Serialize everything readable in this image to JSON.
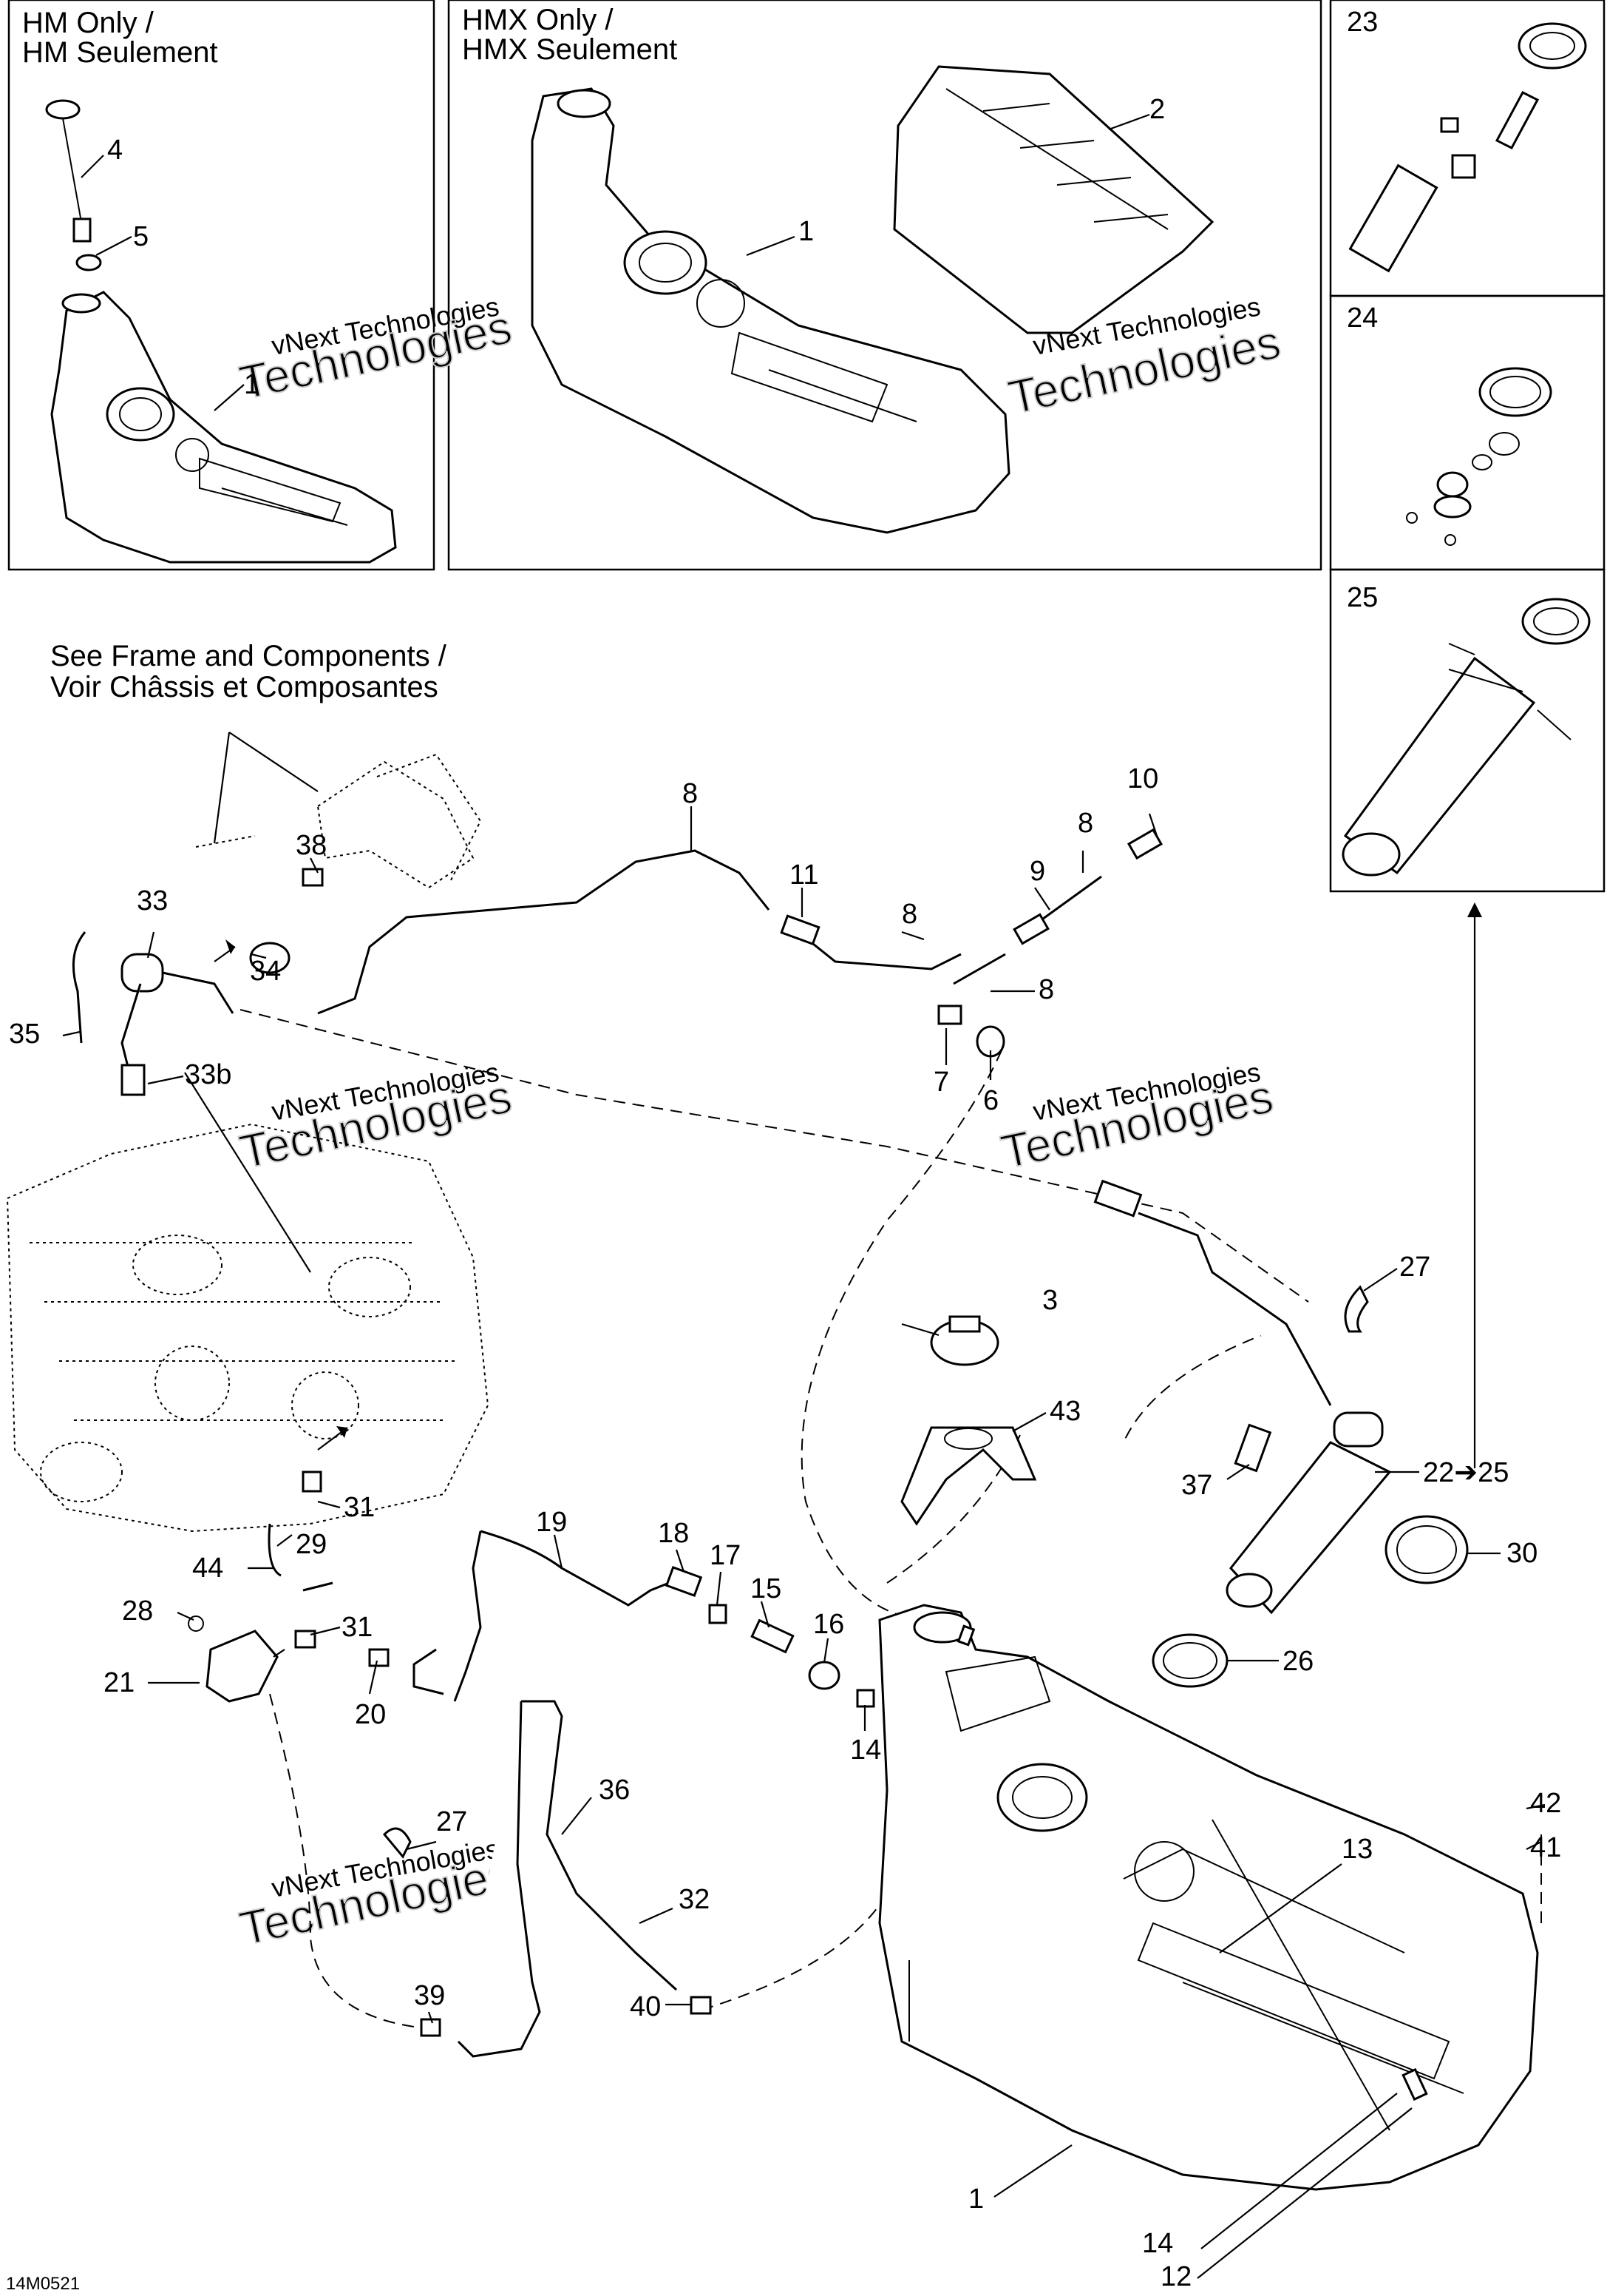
{
  "panels": {
    "hm_title": [
      "HM Only /",
      "HM Seulement"
    ],
    "hmx_title": [
      "HMX Only /",
      "HMX Seulement"
    ],
    "frame_note": [
      "See Frame and Components /",
      "Voir Châssis et Composantes"
    ]
  },
  "inset_labels": [
    "23",
    "24",
    "25"
  ],
  "callouts": {
    "c4": "4",
    "c5": "5",
    "c1a": "1",
    "c1b": "1",
    "c2": "2",
    "c8a": "8",
    "c10": "10",
    "c8b": "8",
    "c9": "9",
    "c11": "11",
    "c8c": "8",
    "c8d": "8",
    "c7": "7",
    "c6": "6",
    "c38": "38",
    "c33": "33",
    "c34": "34",
    "c35": "35",
    "c33b": "33b",
    "c3": "3",
    "c43": "43",
    "c27a": "27",
    "c37": "37",
    "c22": "22➔25",
    "c30": "30",
    "c26": "26",
    "c31a": "31",
    "c29": "29",
    "c44": "44",
    "c28": "28",
    "c31b": "31",
    "c21": "21",
    "c20": "20",
    "c19": "19",
    "c18": "18",
    "c17": "17",
    "c15": "15",
    "c16": "16",
    "c14a": "14",
    "c36": "36",
    "c27b": "27",
    "c32": "32",
    "c39": "39",
    "c40": "40",
    "c13": "13",
    "c42": "42",
    "c41": "41",
    "c1c": "1",
    "c14b": "14",
    "c12": "12"
  },
  "watermark": {
    "line1": "vNext Technologies",
    "line2": "Technologies"
  },
  "figure_id": "14M0521"
}
